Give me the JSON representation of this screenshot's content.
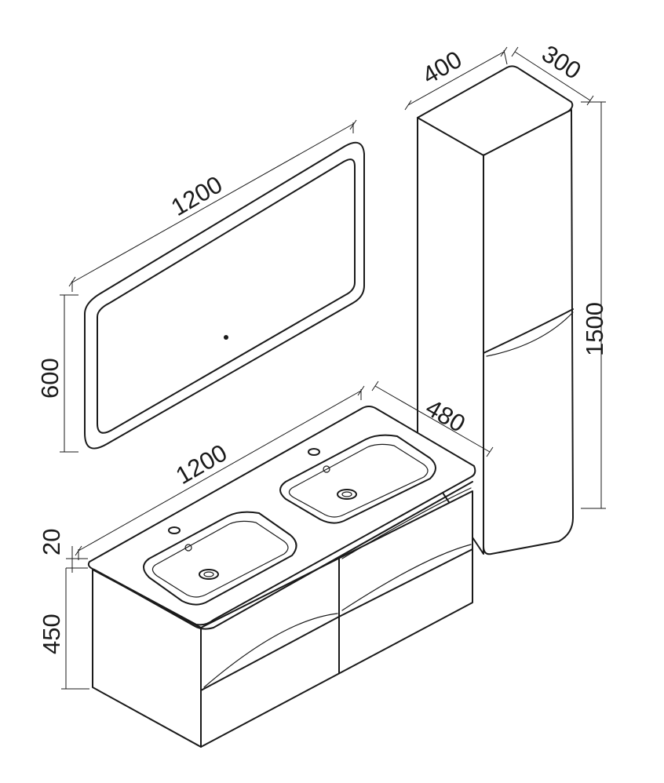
{
  "dimensions": {
    "mirror_width": "1200",
    "mirror_height": "600",
    "column_width": "400",
    "column_depth": "300",
    "column_height": "1500",
    "vanity_width": "1200",
    "vanity_depth": "480",
    "countertop_thickness": "20",
    "cabinet_height": "450"
  }
}
